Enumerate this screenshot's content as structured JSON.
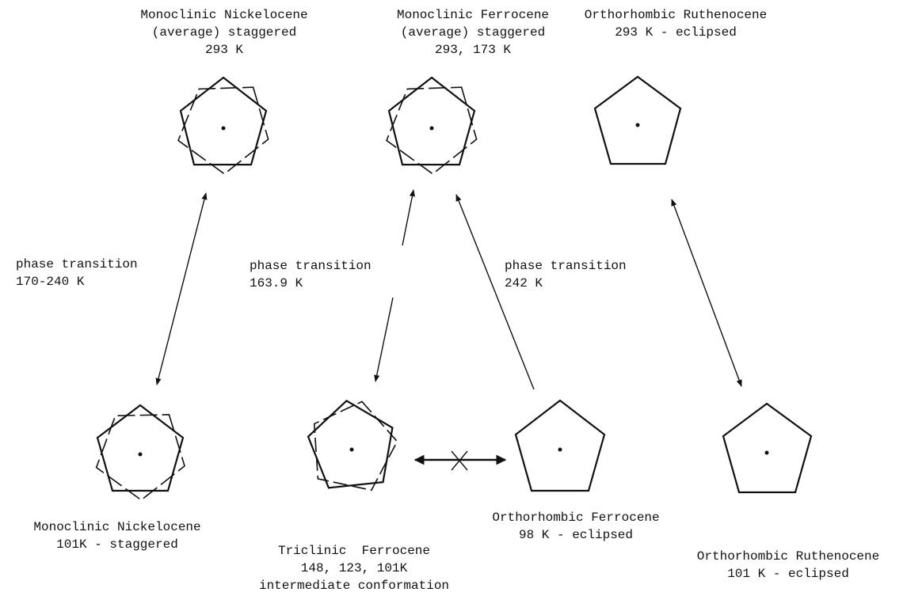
{
  "diagram": {
    "colors": {
      "ink": "#111111",
      "background": "#ffffff"
    },
    "structures": [
      {
        "id": "mono-nickelocene-293",
        "lines": [
          "Monoclinic Nickelocene",
          "(average) staggered",
          "293 K"
        ],
        "conformation": "staggered"
      },
      {
        "id": "mono-ferrocene-293",
        "lines": [
          "Monoclinic Ferrocene",
          "(average) staggered",
          "293, 173 K"
        ],
        "conformation": "staggered"
      },
      {
        "id": "ortho-ruthenocene-293",
        "lines": [
          "Orthorhombic Ruthenocene",
          "293 K - eclipsed"
        ],
        "conformation": "eclipsed"
      },
      {
        "id": "mono-nickelocene-101",
        "lines": [
          "Monoclinic Nickelocene",
          "101K - staggered"
        ],
        "conformation": "staggered"
      },
      {
        "id": "triclinic-ferrocene",
        "lines": [
          "Triclinic  Ferrocene",
          "148, 123, 101K",
          "intermediate conformation"
        ],
        "conformation": "intermediate"
      },
      {
        "id": "ortho-ferrocene-98",
        "lines": [
          "Orthorhombic Ferrocene",
          "98 K - eclipsed"
        ],
        "conformation": "eclipsed"
      },
      {
        "id": "ortho-ruthenocene-101",
        "lines": [
          "Orthorhombic Ruthenocene",
          "101 K - eclipsed"
        ],
        "conformation": "eclipsed"
      }
    ],
    "transitions": [
      {
        "id": "nickelocene",
        "lines": [
          "phase transition",
          "170-240 K"
        ]
      },
      {
        "id": "ferrocene-triclinic",
        "lines": [
          "phase transition",
          "163.9 K"
        ]
      },
      {
        "id": "ferrocene-ortho",
        "lines": [
          "phase transition",
          "242 K"
        ]
      }
    ]
  }
}
